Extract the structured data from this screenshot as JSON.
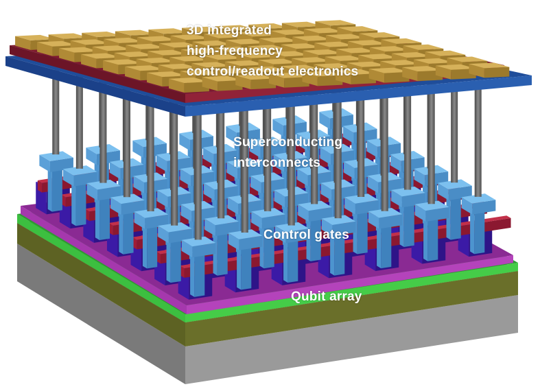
{
  "labels": {
    "electronics": [
      "3D integrated",
      "high-frequency",
      "control/readout electronics"
    ],
    "interconnects": [
      "Superconducting",
      "interconnects"
    ],
    "gates": "Control gates",
    "qubits": "Qubit array"
  },
  "colors": {
    "substrate_top": "#6b6b6b",
    "substrate_front": "#8c8c8c",
    "base_olive": "#5a5e22",
    "green_layer": "#37b83a",
    "purple_layer": "#9a2fa0",
    "qubit": "#3b1aa6",
    "gate": "#b0213a",
    "interconnect": "#5b9fd6",
    "pillar": "#6f6f6f",
    "blue_plate": "#1f4d9a",
    "maroon_plate": "#7e1a2f",
    "gold_chip": "#c9a24a"
  }
}
